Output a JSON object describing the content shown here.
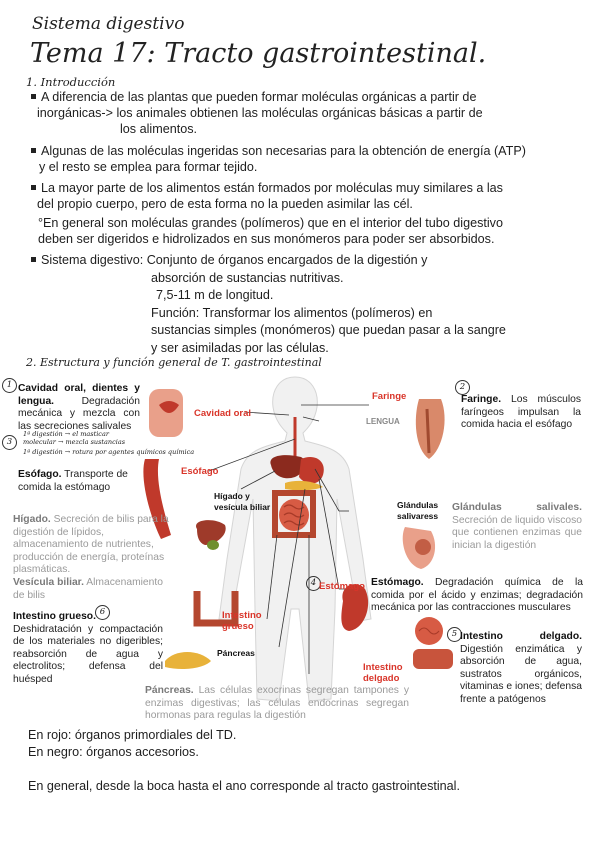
{
  "header": {
    "subject": "Sistema digestivo",
    "title": "Tema 17: Tracto gastrointestinal."
  },
  "intro": {
    "heading": "1. Introducción",
    "bullets": [
      {
        "lines": [
          "A diferencia de las plantas que pueden formar moléculas orgánicas a partir de",
          "inorgánicas-> los animales obtienen las moléculas orgánicas básicas a partir de",
          "los alimentos."
        ]
      },
      {
        "lines": [
          "Algunas de las moléculas ingeridas son necesarias para la obtención de energía (ATP)",
          "y el resto se emplea para formar tejido."
        ]
      },
      {
        "lines": [
          "La mayor parte de los alimentos están formados por moléculas muy similares a las",
          "del propio cuerpo, pero de esta forma no la pueden asimilar las cél."
        ]
      },
      {
        "lines": [
          "°En general son moléculas grandes (polímeros) que en el interior del tubo digestivo",
          "deben ser digeridos e hidrolizados en sus monómeros para poder ser absorbidos."
        ]
      },
      {
        "lines": [
          "Sistema digestivo: Conjunto de órganos encargados de la digestión y",
          "absorción de sustancias nutritivas.",
          "7,5-11 m de longitud.",
          "Función: Transformar los alimentos (polímeros) en",
          "sustancias simples (monómeros) que puedan pasar a la sangre",
          "y ser asimiladas por las células."
        ]
      }
    ]
  },
  "section2": {
    "heading": "2. Estructura y función general de T. gastrointestinal"
  },
  "figure": {
    "numbers": [
      "1",
      "2",
      "3",
      "4",
      "5",
      "6"
    ],
    "organ_labels": {
      "cavidad_oral": "Cavidad oral",
      "faringe": "Faringe",
      "lengua": "LENGUA",
      "esofago": "Esófago",
      "higado": "Hígado y vesícula biliar",
      "glandulas": "Glándulas salivaress",
      "estomago": "Estómago",
      "intestino_grueso": "Intestino grueso",
      "pancreas": "Páncreas",
      "intestino_delgado": "Intestino delgado"
    },
    "captions": {
      "cavidad_title": "Cavidad oral, dientes y lengua.",
      "cavidad_text": "Degradación mecánica y mezcla con las secreciones salivales",
      "hand_note1": "1ª digestión → el masticar molecular → mezcla sustancias",
      "hand_note2": "1ª digestión → rotura por agentes químicos química",
      "faringe_title": "Faringe.",
      "faringe_text": "Los músculos faríngeos impulsan la comida hacia el esófago",
      "esofago_title": "Esófago.",
      "esofago_text": "Transporte de comida la estómago",
      "higado_title": "Hígado.",
      "higado_text": "Secreción de bilis para la digestión de lípidos, almacenamiento de nutrientes, producción de energía, proteínas plasmáticas.",
      "vesicula_title": "Vesícula biliar.",
      "vesicula_text": "Almacenamiento de bilis",
      "glandulas_title": "Glándulas salivales.",
      "glandulas_text": "Secreción de liquido viscoso que contienen enzimas que inician la digestión",
      "estomago_title": "Estómago.",
      "estomago_text": "Degradación química de la comida por el ácido y enzimas; degradación mecánica por las contracciones musculares",
      "grueso_title": "Intestino grueso.",
      "grueso_text": "Deshidratación y compactación de los materiales no digeribles; reabsorción de agua y electrolitos; defensa del huésped",
      "delgado_title": "Intestino delgado.",
      "delgado_text": "Digestión enzimática y absorción de agua, sustratos orgánicos, vitaminas e iones; defensa frente a patógenos",
      "pancreas_title": "Páncreas.",
      "pancreas_text": "Las células exocrinas segregan tampones y enzimas digestivas; las células endocrinas segregan hormonas para regulas la digestión"
    }
  },
  "footer": {
    "line1": "En rojo: órganos primordiales del TD.",
    "line2": "En negro: órganos accesorios.",
    "line3": "En general, desde la boca hasta el ano corresponde al tracto gastrointestinal."
  },
  "colors": {
    "primary_organ": "#d9352a",
    "accessory_organ": "#111111",
    "faded_caption": "#9a9a9a"
  }
}
